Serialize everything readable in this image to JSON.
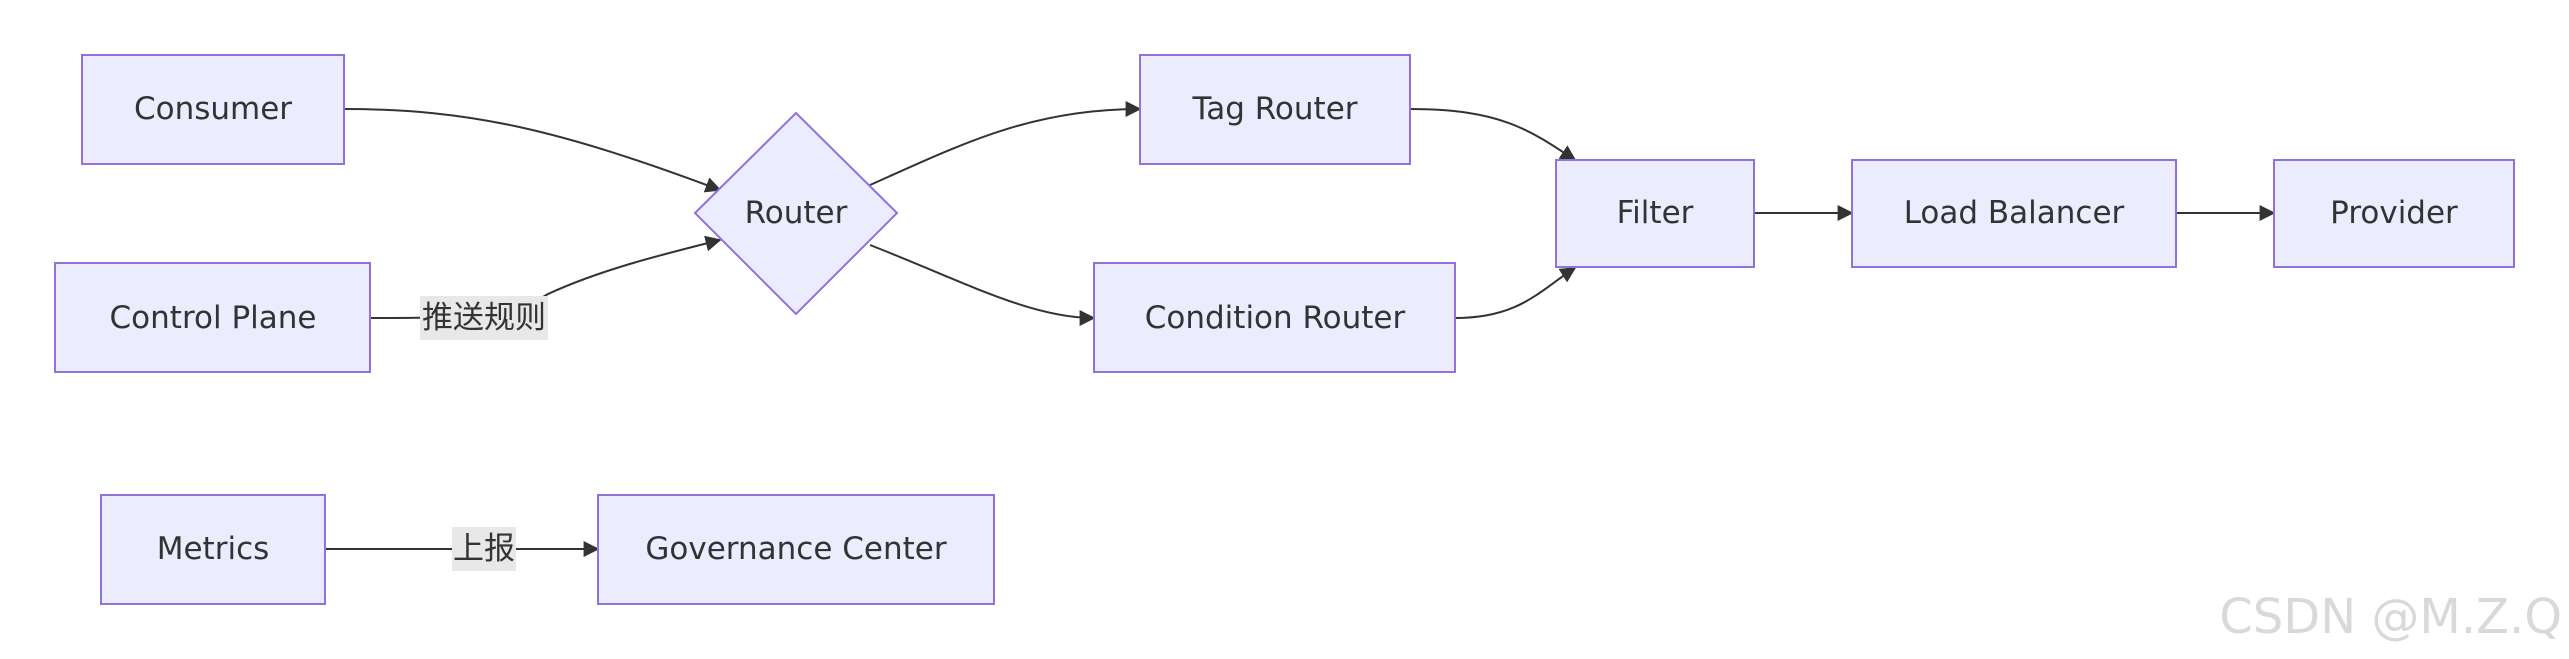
{
  "nodes": {
    "consumer": {
      "label": "Consumer"
    },
    "control_plane": {
      "label": "Control Plane"
    },
    "router": {
      "label": "Router"
    },
    "tag_router": {
      "label": "Tag Router"
    },
    "condition_router": {
      "label": "Condition Router"
    },
    "filter": {
      "label": "Filter"
    },
    "load_balancer": {
      "label": "Load Balancer"
    },
    "provider": {
      "label": "Provider"
    },
    "metrics": {
      "label": "Metrics"
    },
    "governance_center": {
      "label": "Governance Center"
    }
  },
  "edges": [
    {
      "from": "consumer",
      "to": "router",
      "label": ""
    },
    {
      "from": "control_plane",
      "to": "router",
      "label": "推送规则"
    },
    {
      "from": "router",
      "to": "tag_router",
      "label": ""
    },
    {
      "from": "router",
      "to": "condition_router",
      "label": ""
    },
    {
      "from": "tag_router",
      "to": "filter",
      "label": ""
    },
    {
      "from": "condition_router",
      "to": "filter",
      "label": ""
    },
    {
      "from": "filter",
      "to": "load_balancer",
      "label": ""
    },
    {
      "from": "load_balancer",
      "to": "provider",
      "label": ""
    },
    {
      "from": "metrics",
      "to": "governance_center",
      "label": "上报"
    }
  ],
  "watermark": "CSDN @M.Z.Q",
  "colors": {
    "node_fill": "#ececff",
    "node_stroke": "#9370db",
    "edge": "#333333",
    "label_bg": "#e8e8e8",
    "text": "#333333",
    "watermark": "#d9d9d9"
  }
}
